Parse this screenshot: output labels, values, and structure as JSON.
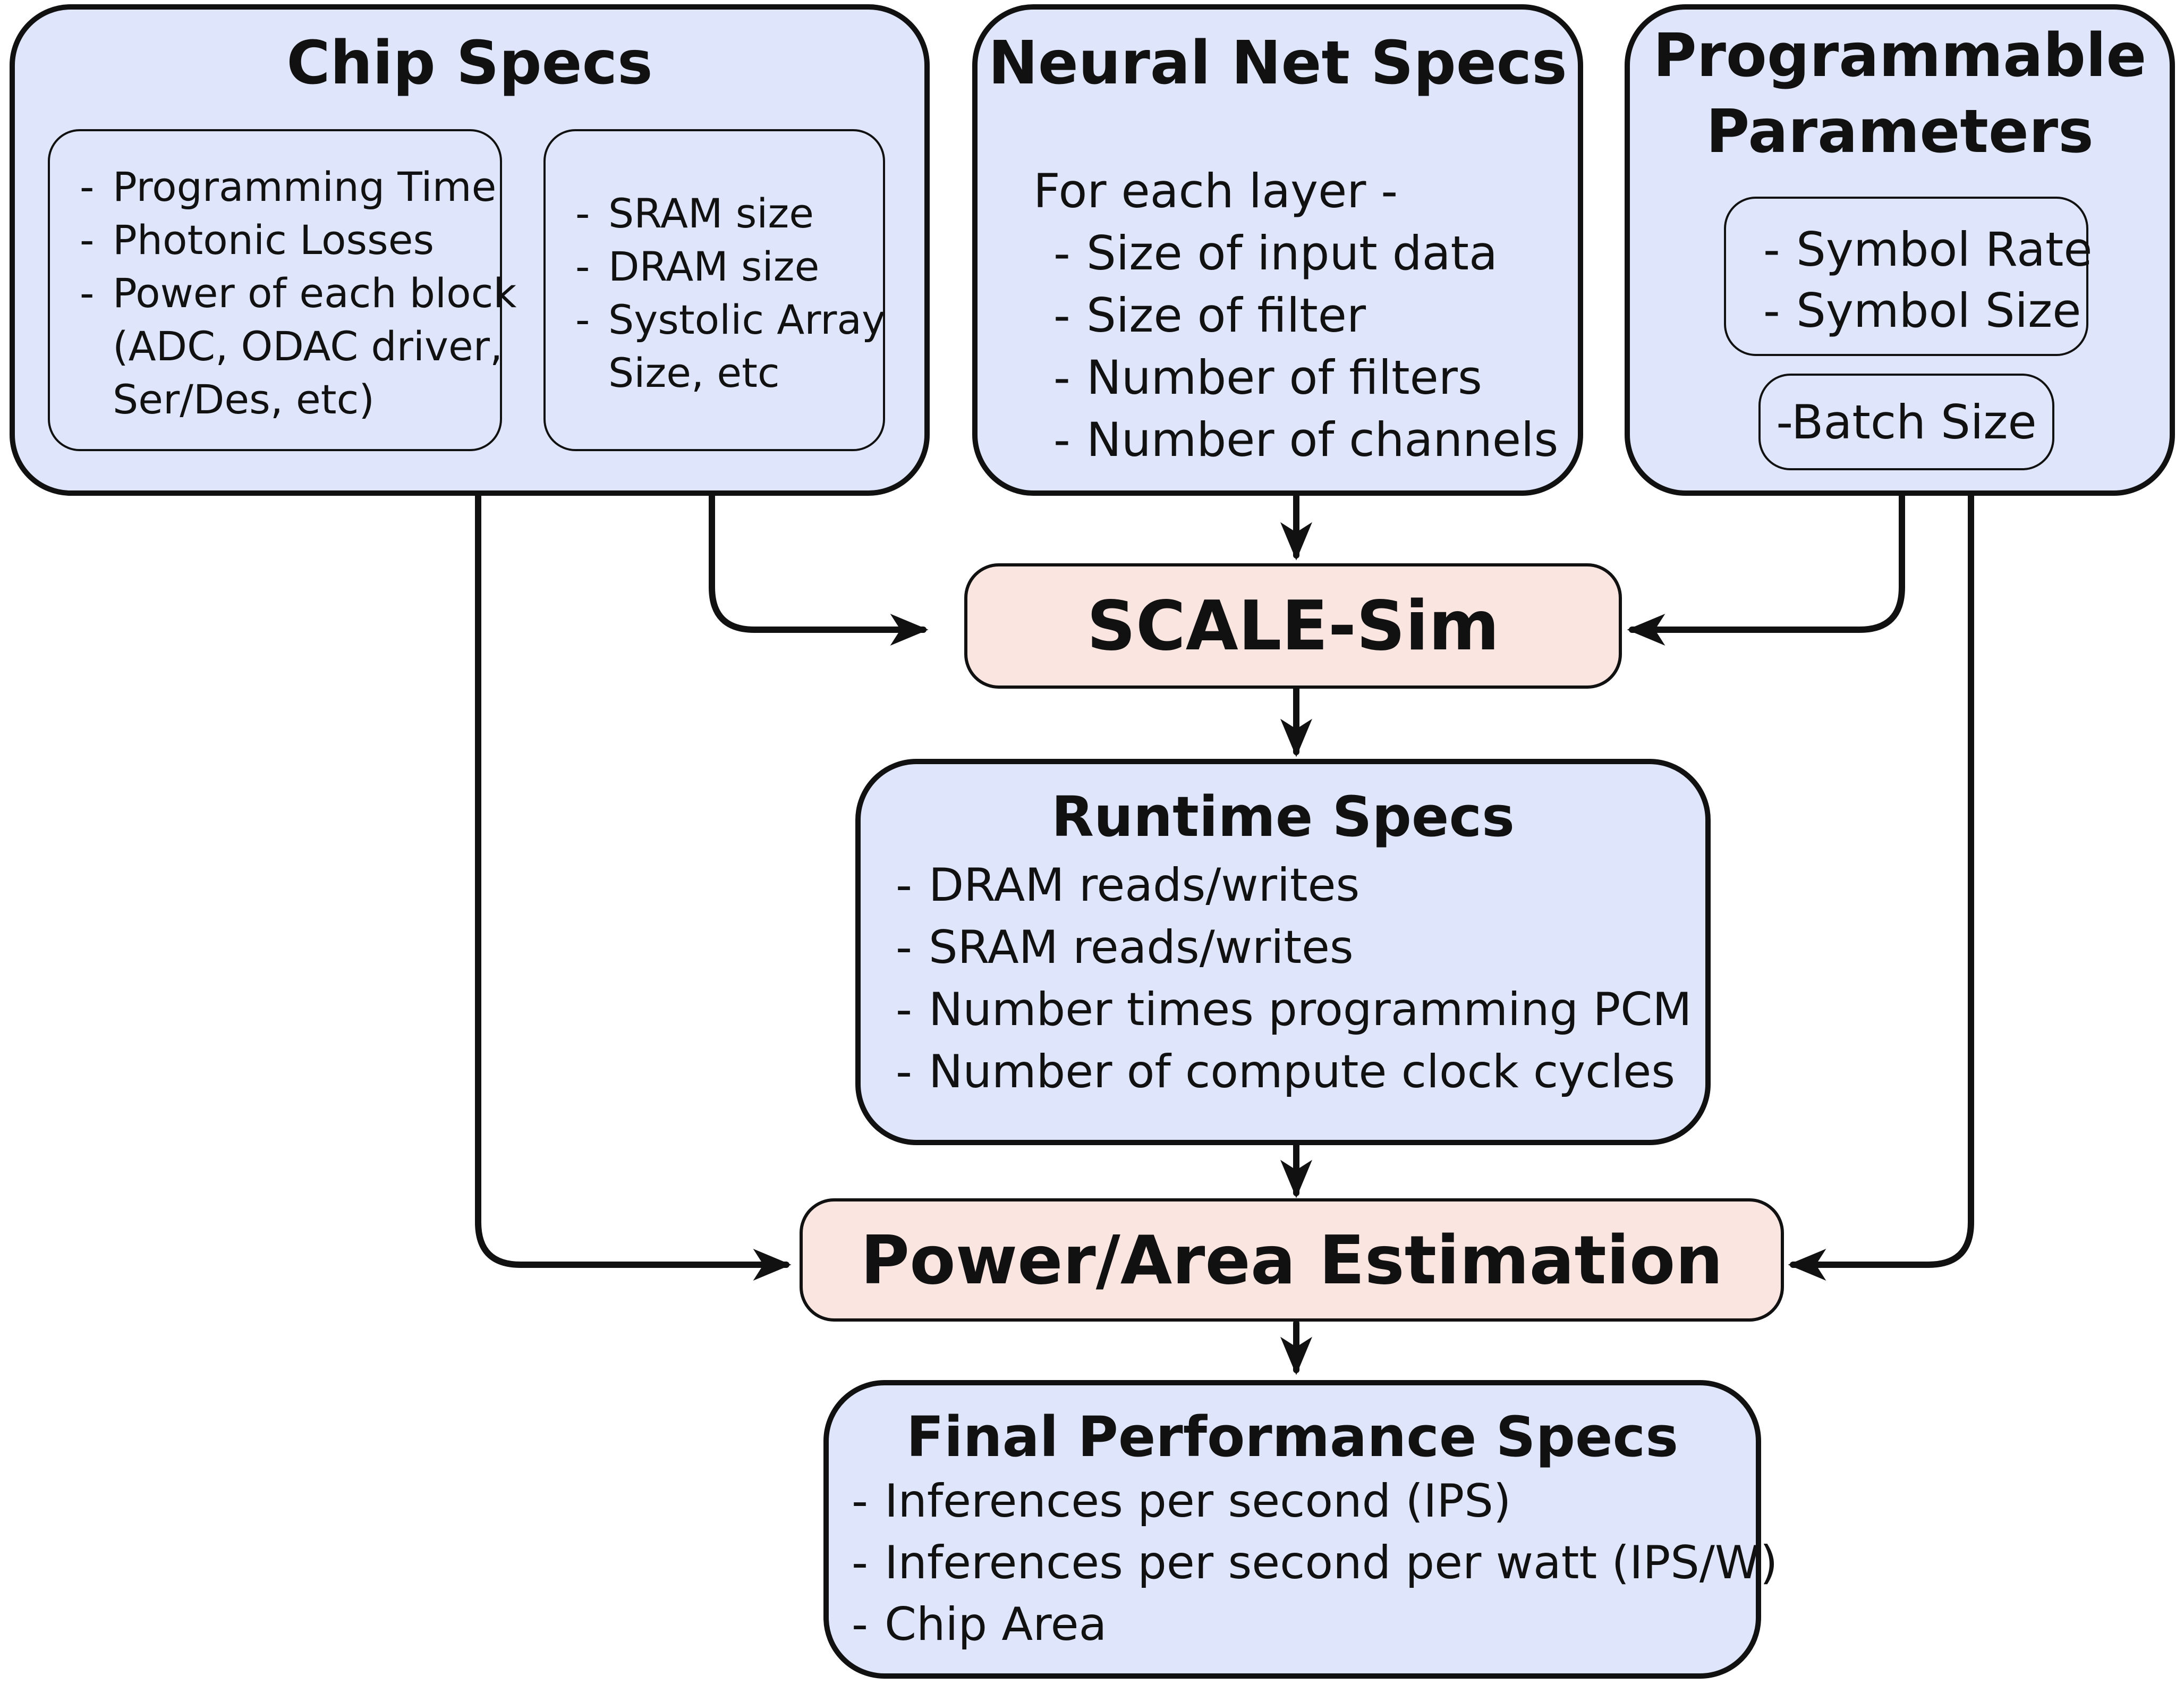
{
  "colors": {
    "spec_box_fill": "#dfe5fb",
    "process_fill": "#fbe5e1",
    "line": "#111111"
  },
  "chip_specs": {
    "title": "Chip Specs",
    "group1": [
      "Programming Time",
      "Photonic Losses",
      "Power of each block",
      "(ADC, ODAC driver,",
      "Ser/Des, etc)"
    ],
    "group2": [
      "SRAM size",
      "DRAM size",
      "Systolic Array",
      "Size, etc"
    ]
  },
  "neural_net_specs": {
    "title": "Neural Net Specs",
    "lead": "For each layer -",
    "items": [
      "Size of input data",
      "Size of filter",
      "Number of filters",
      "Number of channels"
    ]
  },
  "programmable_parameters": {
    "title_line1": "Programmable",
    "title_line2": "Parameters",
    "group1": [
      "Symbol Rate",
      "Symbol Size"
    ],
    "batch": "-Batch Size"
  },
  "scale_sim": {
    "label": "SCALE-Sim"
  },
  "runtime_specs": {
    "title": "Runtime Specs",
    "items": [
      "DRAM reads/writes",
      "SRAM reads/writes",
      "Number times programming PCM",
      "Number of compute clock cycles"
    ]
  },
  "power_area": {
    "label": "Power/Area Estimation"
  },
  "final_specs": {
    "title": "Final Performance Specs",
    "items": [
      "Inferences per second (IPS)",
      "Inferences per second per watt (IPS/W)",
      "Chip Area"
    ]
  }
}
